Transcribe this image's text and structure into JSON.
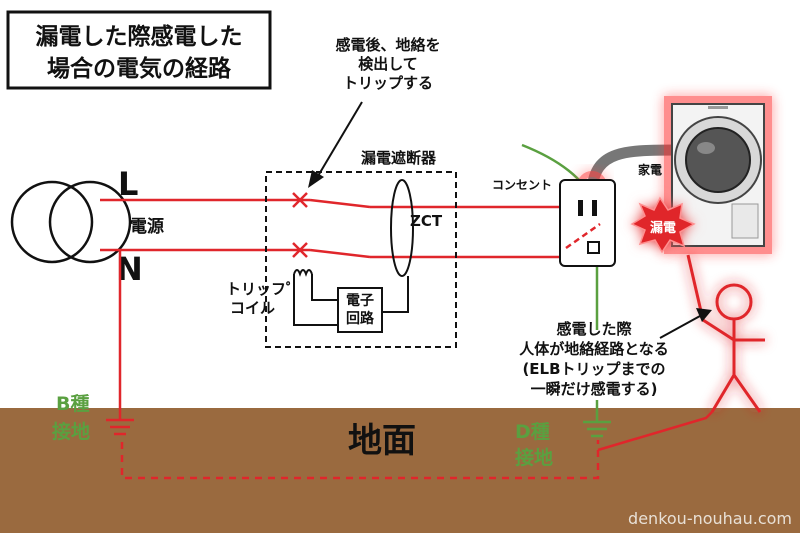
{
  "title": {
    "line1": "漏電した際感電した",
    "line2": "場合の電気の経路"
  },
  "labels": {
    "L": "L",
    "N": "N",
    "power_source": "電源",
    "breaker": "漏電遮断器",
    "zct": "ZCT",
    "trip_coil_line1": "トリッフ゜",
    "trip_coil_line2": "コイル",
    "electronic_circuit_line1": "電子",
    "electronic_circuit_line2": "回路",
    "outlet": "コンセント",
    "appliance": "家電",
    "leakage": "漏電",
    "ground": "地面",
    "b_ground_line1": "B種",
    "b_ground_line2": "接地",
    "d_ground_line1": "D種",
    "d_ground_line2": "接地",
    "watermark": "denkou-nouhau.com"
  },
  "callouts": {
    "trip": [
      "感電後、地絡を",
      "検出して",
      "トリップする"
    ],
    "shock": [
      "感電した際",
      "人体が地絡経路となる",
      "(ELBトリップまでの",
      "一瞬だけ感電する)"
    ]
  },
  "colors": {
    "circuit_red": "#e0262b",
    "ground_brown": "#9a6a3f",
    "earth_green": "#5aa040",
    "black": "#111111",
    "glow_red": "#ff3030"
  }
}
